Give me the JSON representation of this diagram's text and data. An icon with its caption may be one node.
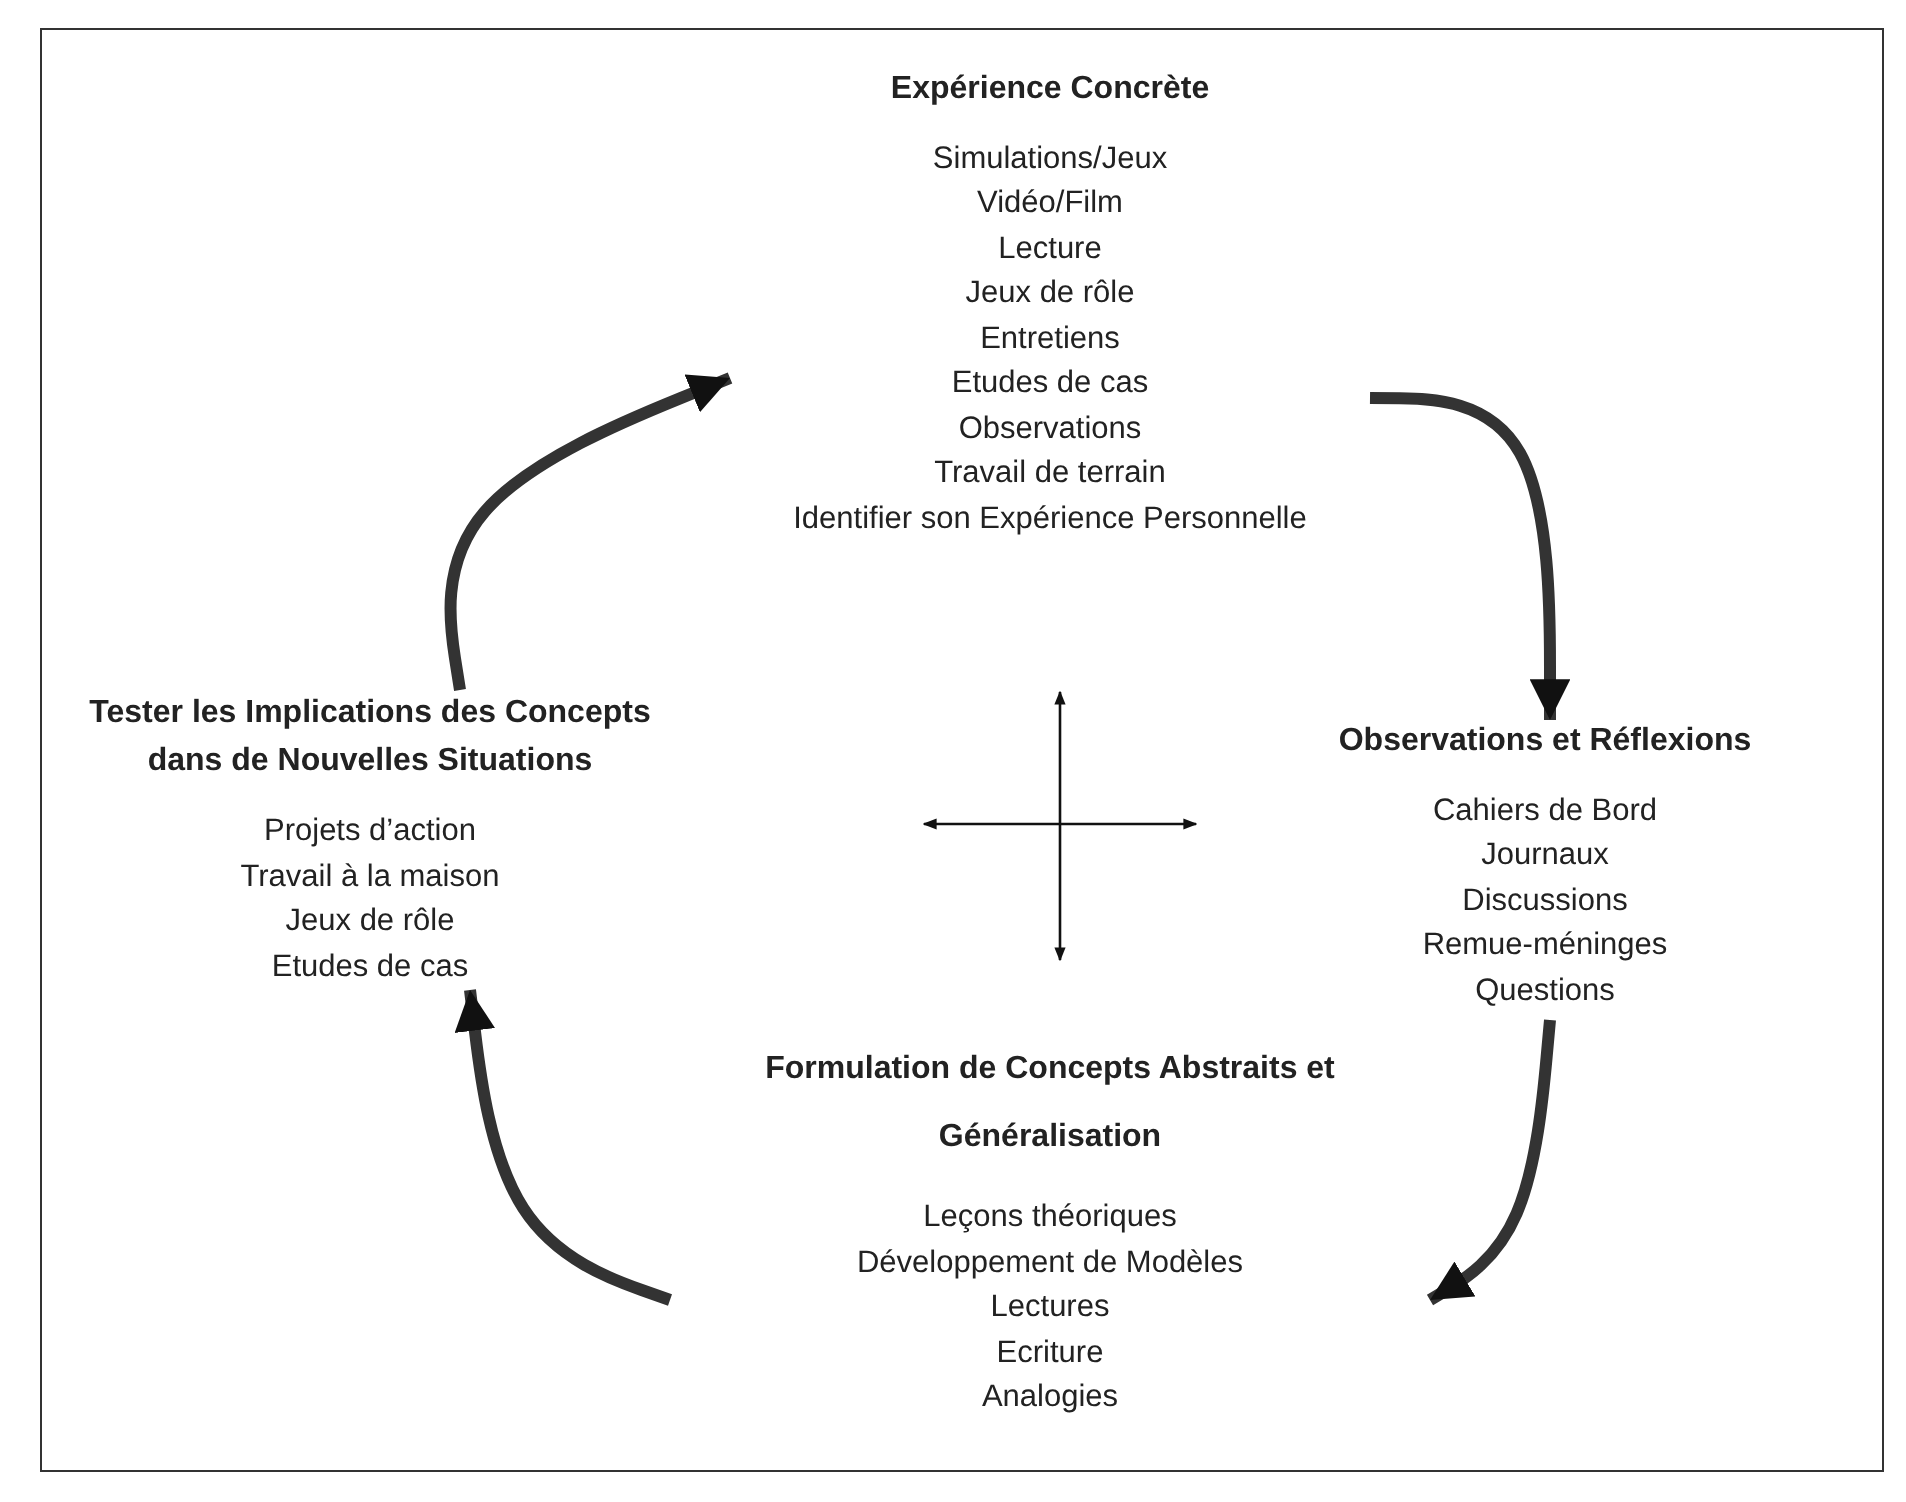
{
  "diagram": {
    "nodes": [
      {
        "text": [
          "Expérience Concrète",
          "Simulations/Jeux",
          "Vidéo/Film",
          "Lecture",
          "Jeux de rôle",
          "Entretiens",
          "Etudes de cas",
          "Observations",
          "Travail de terrain",
          "Identifier son Expérience Personnelle"
        ]
      },
      {
        "text": [
          "Observations et Réflexions",
          "Cahiers de Bord",
          "Journaux",
          "Discussions",
          "Remue-méninges",
          "Questions"
        ]
      },
      {
        "text": [
          "Formulation de Concepts Abstraits et Généralisation",
          "Leçons théoriques",
          "Développement de Modèles",
          "Lectures",
          "Ecriture",
          "Analogies"
        ]
      },
      {
        "text": [
          "Tester les Implications des Concepts dans de Nouvelles Situations",
          "Projets d’action",
          "Travail à la maison",
          "Jeux de rôle",
          "Etudes de cas"
        ]
      }
    ],
    "edges": [
      {
        "from": 3,
        "to": 0,
        "arrow": "to"
      },
      {
        "from": 0,
        "to": 1,
        "arrow": "to"
      },
      {
        "from": 1,
        "to": 2,
        "arrow": "to"
      },
      {
        "from": 2,
        "to": 3,
        "arrow": "to"
      }
    ]
  }
}
